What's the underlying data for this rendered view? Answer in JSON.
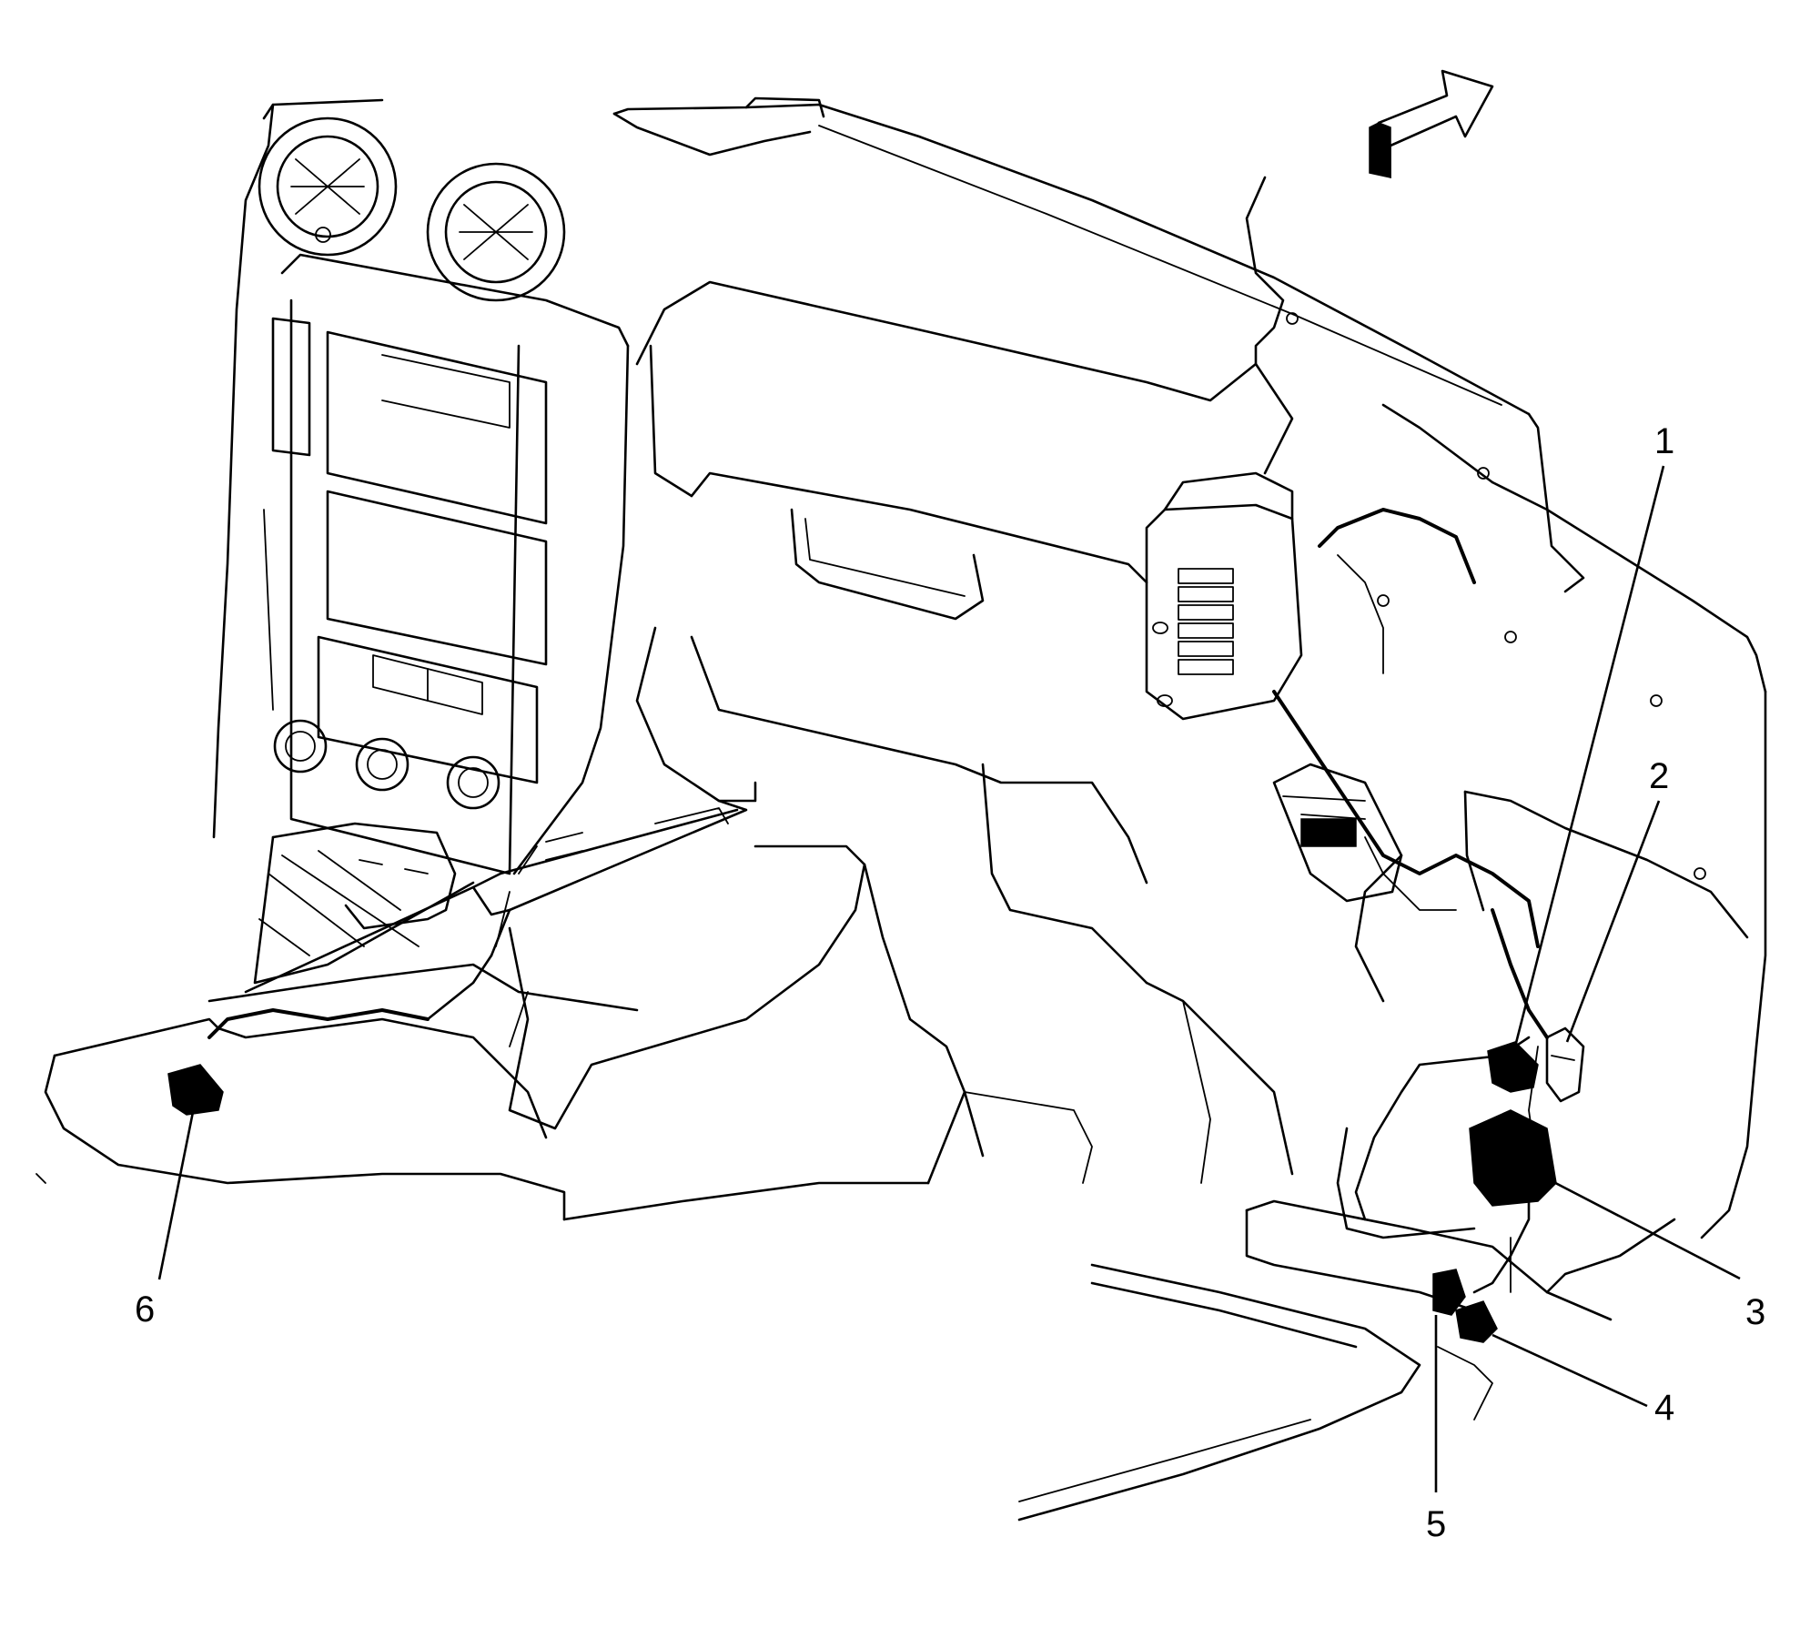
{
  "callouts": [
    {
      "id": "1",
      "label": "1"
    },
    {
      "id": "2",
      "label": "2"
    },
    {
      "id": "3",
      "label": "3"
    },
    {
      "id": "4",
      "label": "4"
    },
    {
      "id": "5",
      "label": "5"
    },
    {
      "id": "6",
      "label": "6"
    }
  ],
  "icons": [
    "direction-arrow-icon"
  ],
  "colors": {
    "line": "#000000",
    "background": "#ffffff"
  }
}
